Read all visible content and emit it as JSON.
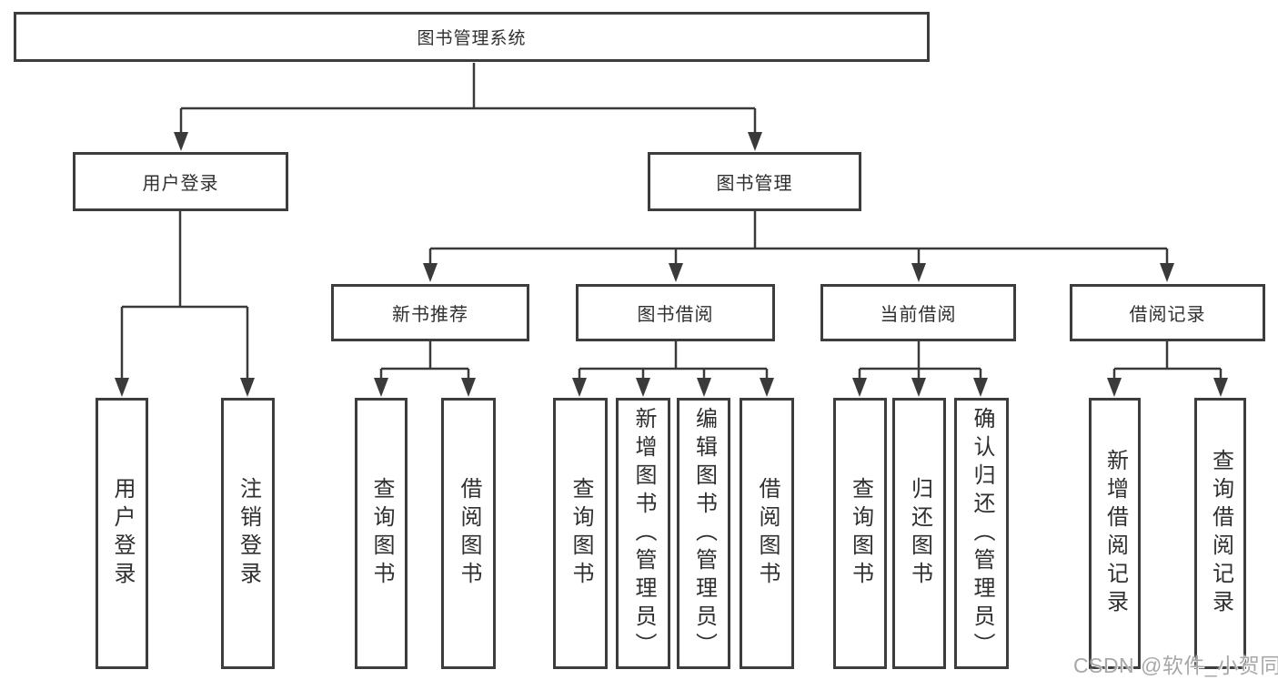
{
  "colors": {
    "border": "#3d3d3d",
    "line": "#3a3a3a",
    "text": "#2f2f2f",
    "watermark": "#a8a8a8",
    "background": "#ffffff"
  },
  "watermark": "CSDN @软件_小贺同学",
  "tree": {
    "label": "图书管理系统",
    "children": [
      {
        "label": "用户登录",
        "children": [
          {
            "label": "用户登录"
          },
          {
            "label": "注销登录"
          }
        ]
      },
      {
        "label": "图书管理",
        "children": [
          {
            "label": "新书推荐",
            "children": [
              {
                "label": "查询图书"
              },
              {
                "label": "借阅图书"
              }
            ]
          },
          {
            "label": "图书借阅",
            "children": [
              {
                "label": "查询图书"
              },
              {
                "label": "新增图书（管理员）"
              },
              {
                "label": "编辑图书（管理员）"
              },
              {
                "label": "借阅图书"
              }
            ]
          },
          {
            "label": "当前借阅",
            "children": [
              {
                "label": "查询图书"
              },
              {
                "label": "归还图书"
              },
              {
                "label": "确认归还（管理员）"
              }
            ]
          },
          {
            "label": "借阅记录",
            "children": [
              {
                "label": "新增借阅记录"
              },
              {
                "label": "查询借阅记录"
              }
            ]
          }
        ]
      }
    ]
  }
}
